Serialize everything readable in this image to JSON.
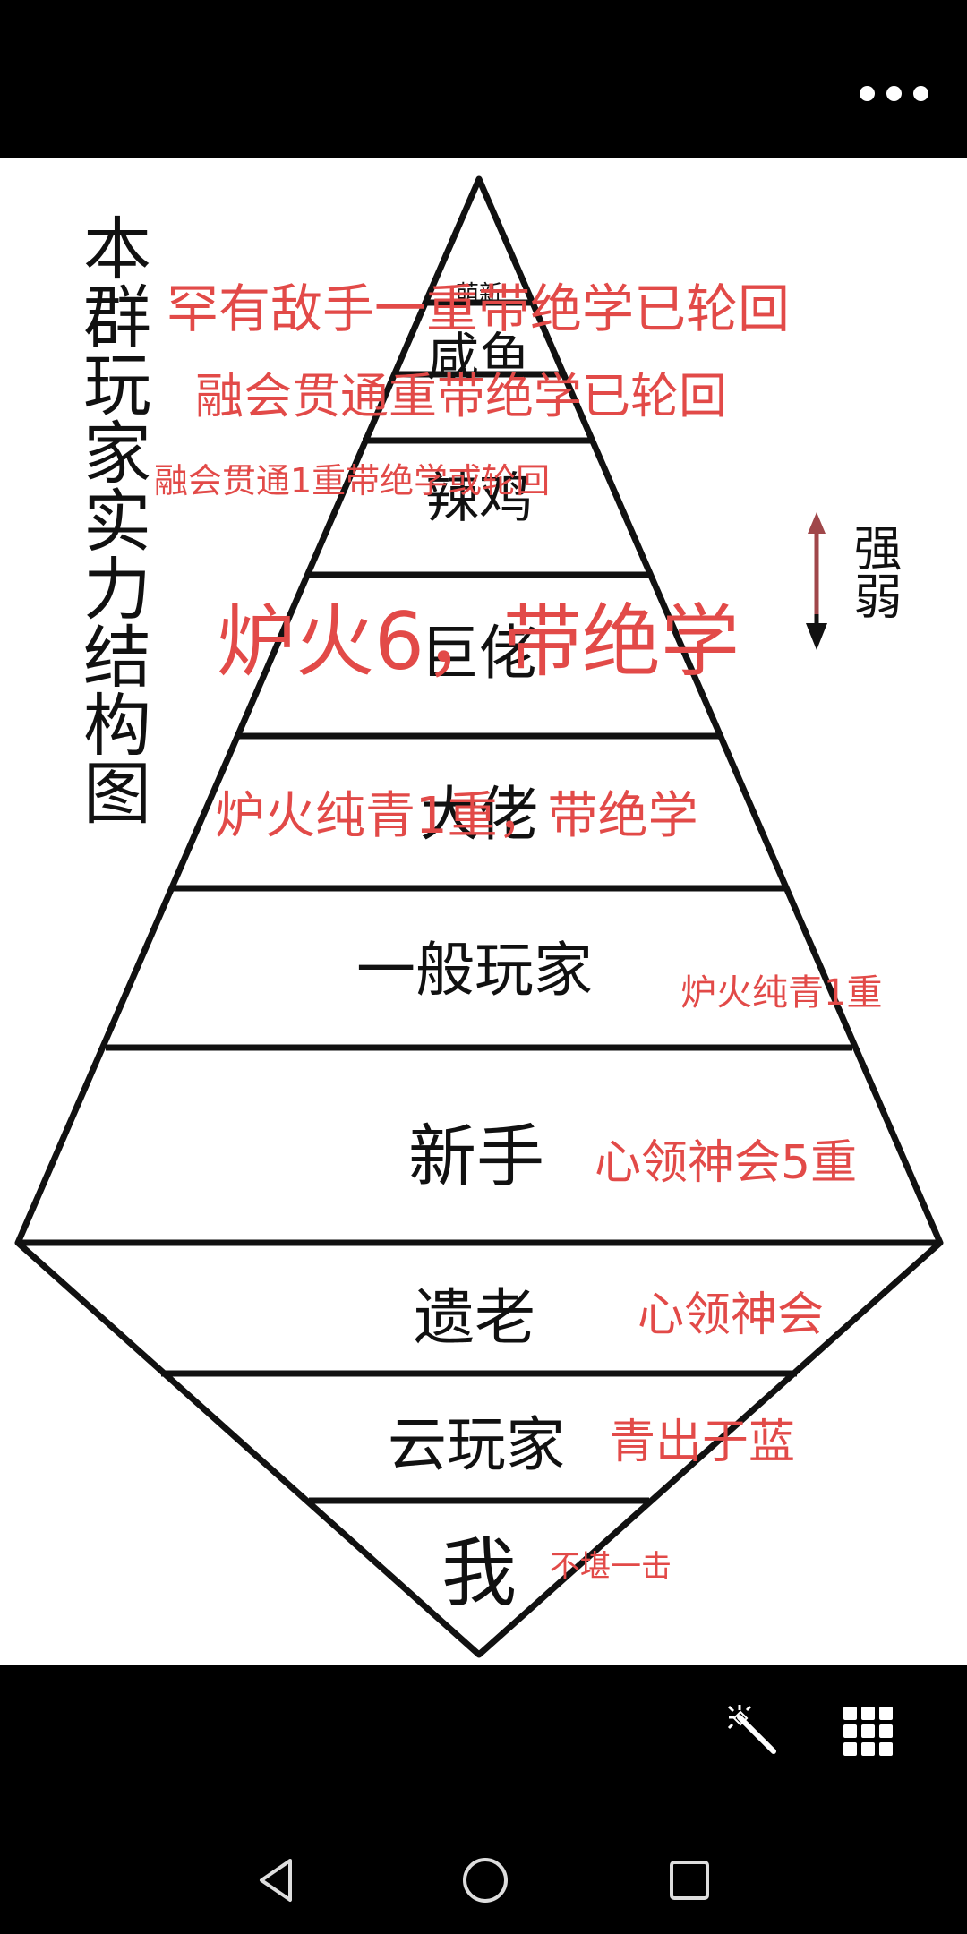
{
  "title": "本群玩家实力结构图",
  "tiers": [
    "萌新",
    "咸鱼",
    "辣鸡",
    "巨佬",
    "大佬",
    "一般玩家",
    "新手",
    "遗老",
    "云玩家",
    "我"
  ],
  "notes": [
    "罕有敌手一重带绝学已轮回",
    "融会贯通重带绝学已轮回",
    "融会贯通1重带绝学或轮回",
    "炉火6，带绝学",
    "炉火纯青1重，带绝学",
    "炉火纯青1重",
    "心领神会5重",
    "心领神会",
    "青出于蓝",
    "不堪一击"
  ],
  "strength_label": "强弱",
  "colors": {
    "note": "#e24a48",
    "line": "#111111",
    "arrow_up": "#a0474a",
    "background": "#ffffff",
    "bars": "#000000"
  },
  "icons": {
    "menu": "more-dots-icon",
    "edit": "magic-wand-icon",
    "grid": "grid-icon",
    "back": "triangle-back-icon",
    "home": "circle-home-icon",
    "recent": "square-recent-icon"
  }
}
